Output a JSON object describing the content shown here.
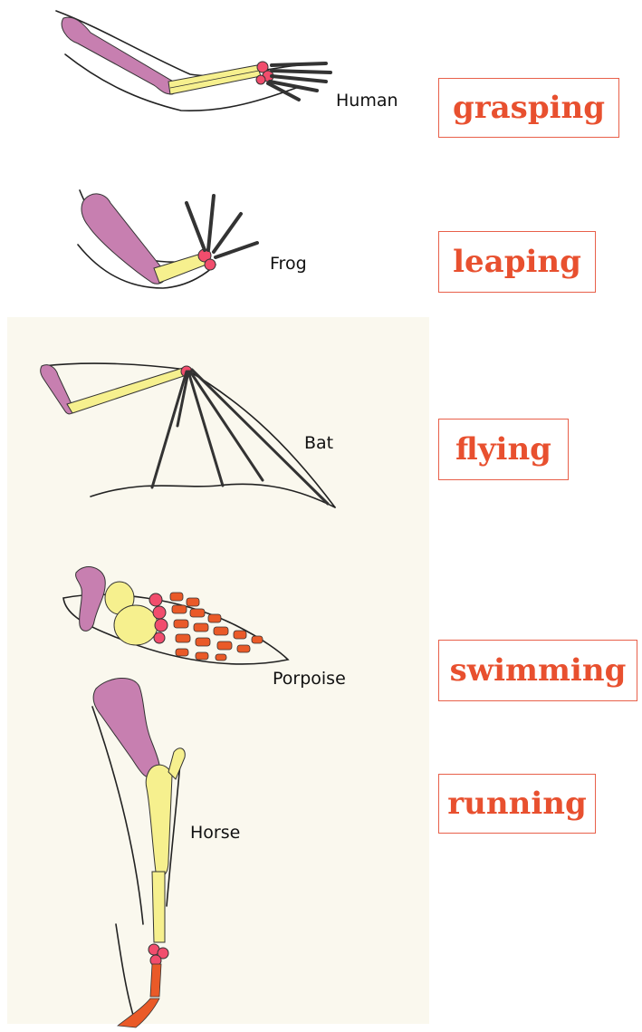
{
  "colors": {
    "humerus": "#c77fb0",
    "radius_ulna": "#f6f08e",
    "carpals": "#f14d6d",
    "digits": "#ea5a28",
    "outline": "#222222",
    "label_text": "#e8502f",
    "box_border": "#e8604a",
    "paper_tint": "#faf8ee"
  },
  "limbs": [
    {
      "animal": "Human",
      "function": "grasping"
    },
    {
      "animal": "Frog",
      "function": "leaping"
    },
    {
      "animal": "Bat",
      "function": "flying"
    },
    {
      "animal": "Porpoise",
      "function": "swimming"
    },
    {
      "animal": "Horse",
      "function": "running"
    }
  ]
}
